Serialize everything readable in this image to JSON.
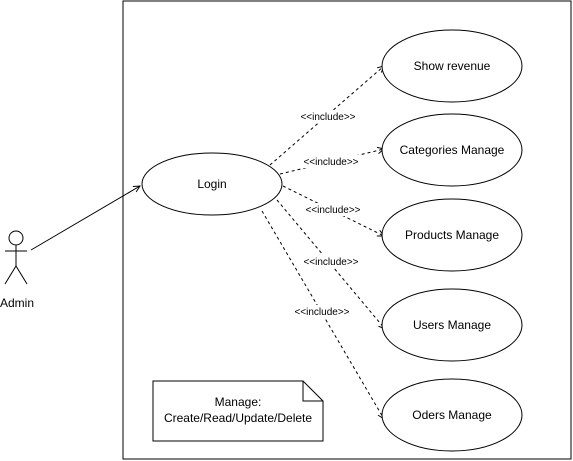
{
  "actor": {
    "label": "Admin"
  },
  "login": {
    "label": "Login"
  },
  "use_cases": [
    {
      "label": "Show revenue"
    },
    {
      "label": "Categories Manage"
    },
    {
      "label": "Products Manage"
    },
    {
      "label": "Users Manage"
    },
    {
      "label": "Oders Manage"
    }
  ],
  "relations": [
    {
      "label": "<<include>>"
    },
    {
      "label": "<<include>>"
    },
    {
      "label": "<<include>>"
    },
    {
      "label": "<<include>>"
    },
    {
      "label": "<<include>>"
    }
  ],
  "note": {
    "line1": "Manage:",
    "line2": "Create/Read/Update/Delete"
  }
}
